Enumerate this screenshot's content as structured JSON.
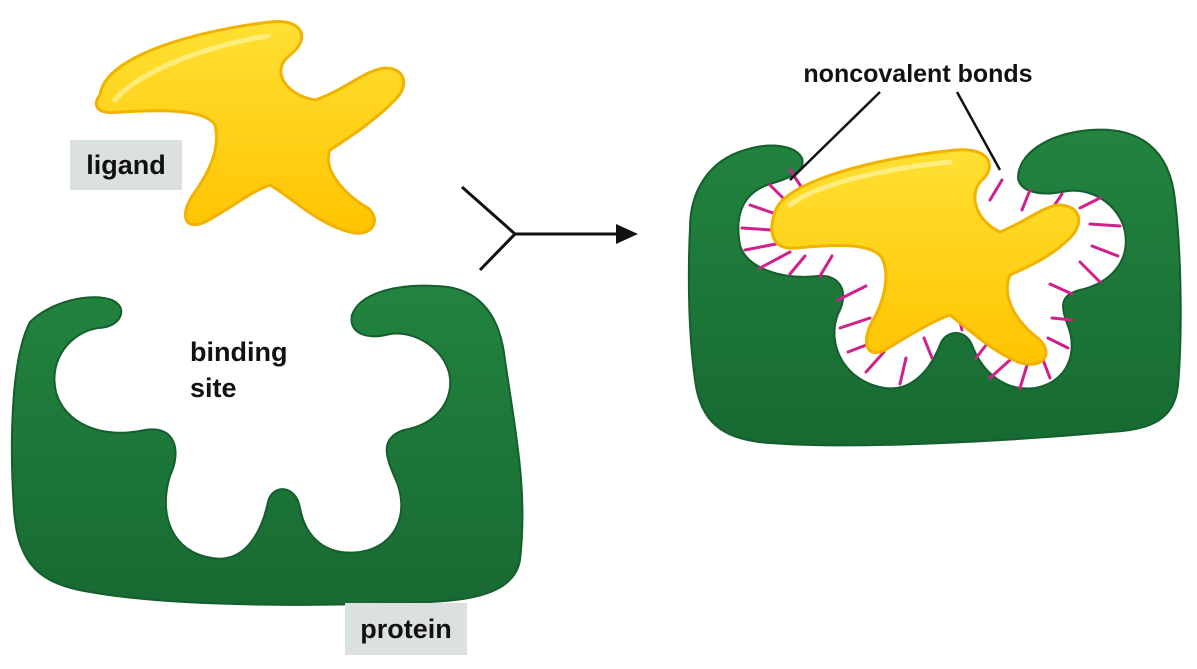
{
  "labels": {
    "ligand": "ligand",
    "binding_site_line1": "binding",
    "binding_site_line2": "site",
    "protein": "protein",
    "noncovalent_bonds": "noncovalent bonds"
  },
  "colors": {
    "protein_green": "#1e7a3c",
    "protein_green_dark": "#155e2d",
    "ligand_yellow": "#ffd21f",
    "ligand_yellow_edge": "#f0a800",
    "bond_magenta": "#d0208c",
    "label_box": "#dbe1de",
    "text": "#111111"
  }
}
